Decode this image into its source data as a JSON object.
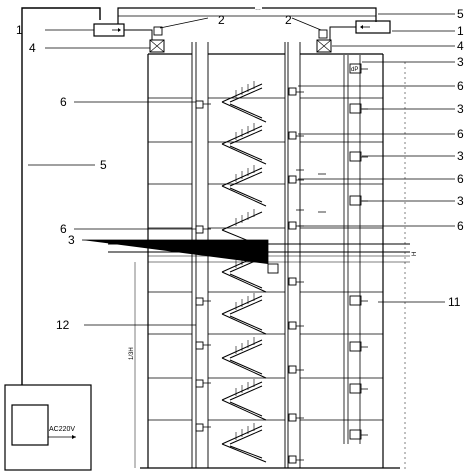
{
  "diagram": {
    "labels": {
      "n1": "1",
      "n2": "2",
      "n3": "3",
      "n4": "4",
      "n5": "5",
      "n6": "6",
      "n11": "11",
      "n12": "12"
    },
    "power": "AC220V",
    "height_h": "H",
    "height_h3": "1/3H",
    "dp": "dP"
  }
}
